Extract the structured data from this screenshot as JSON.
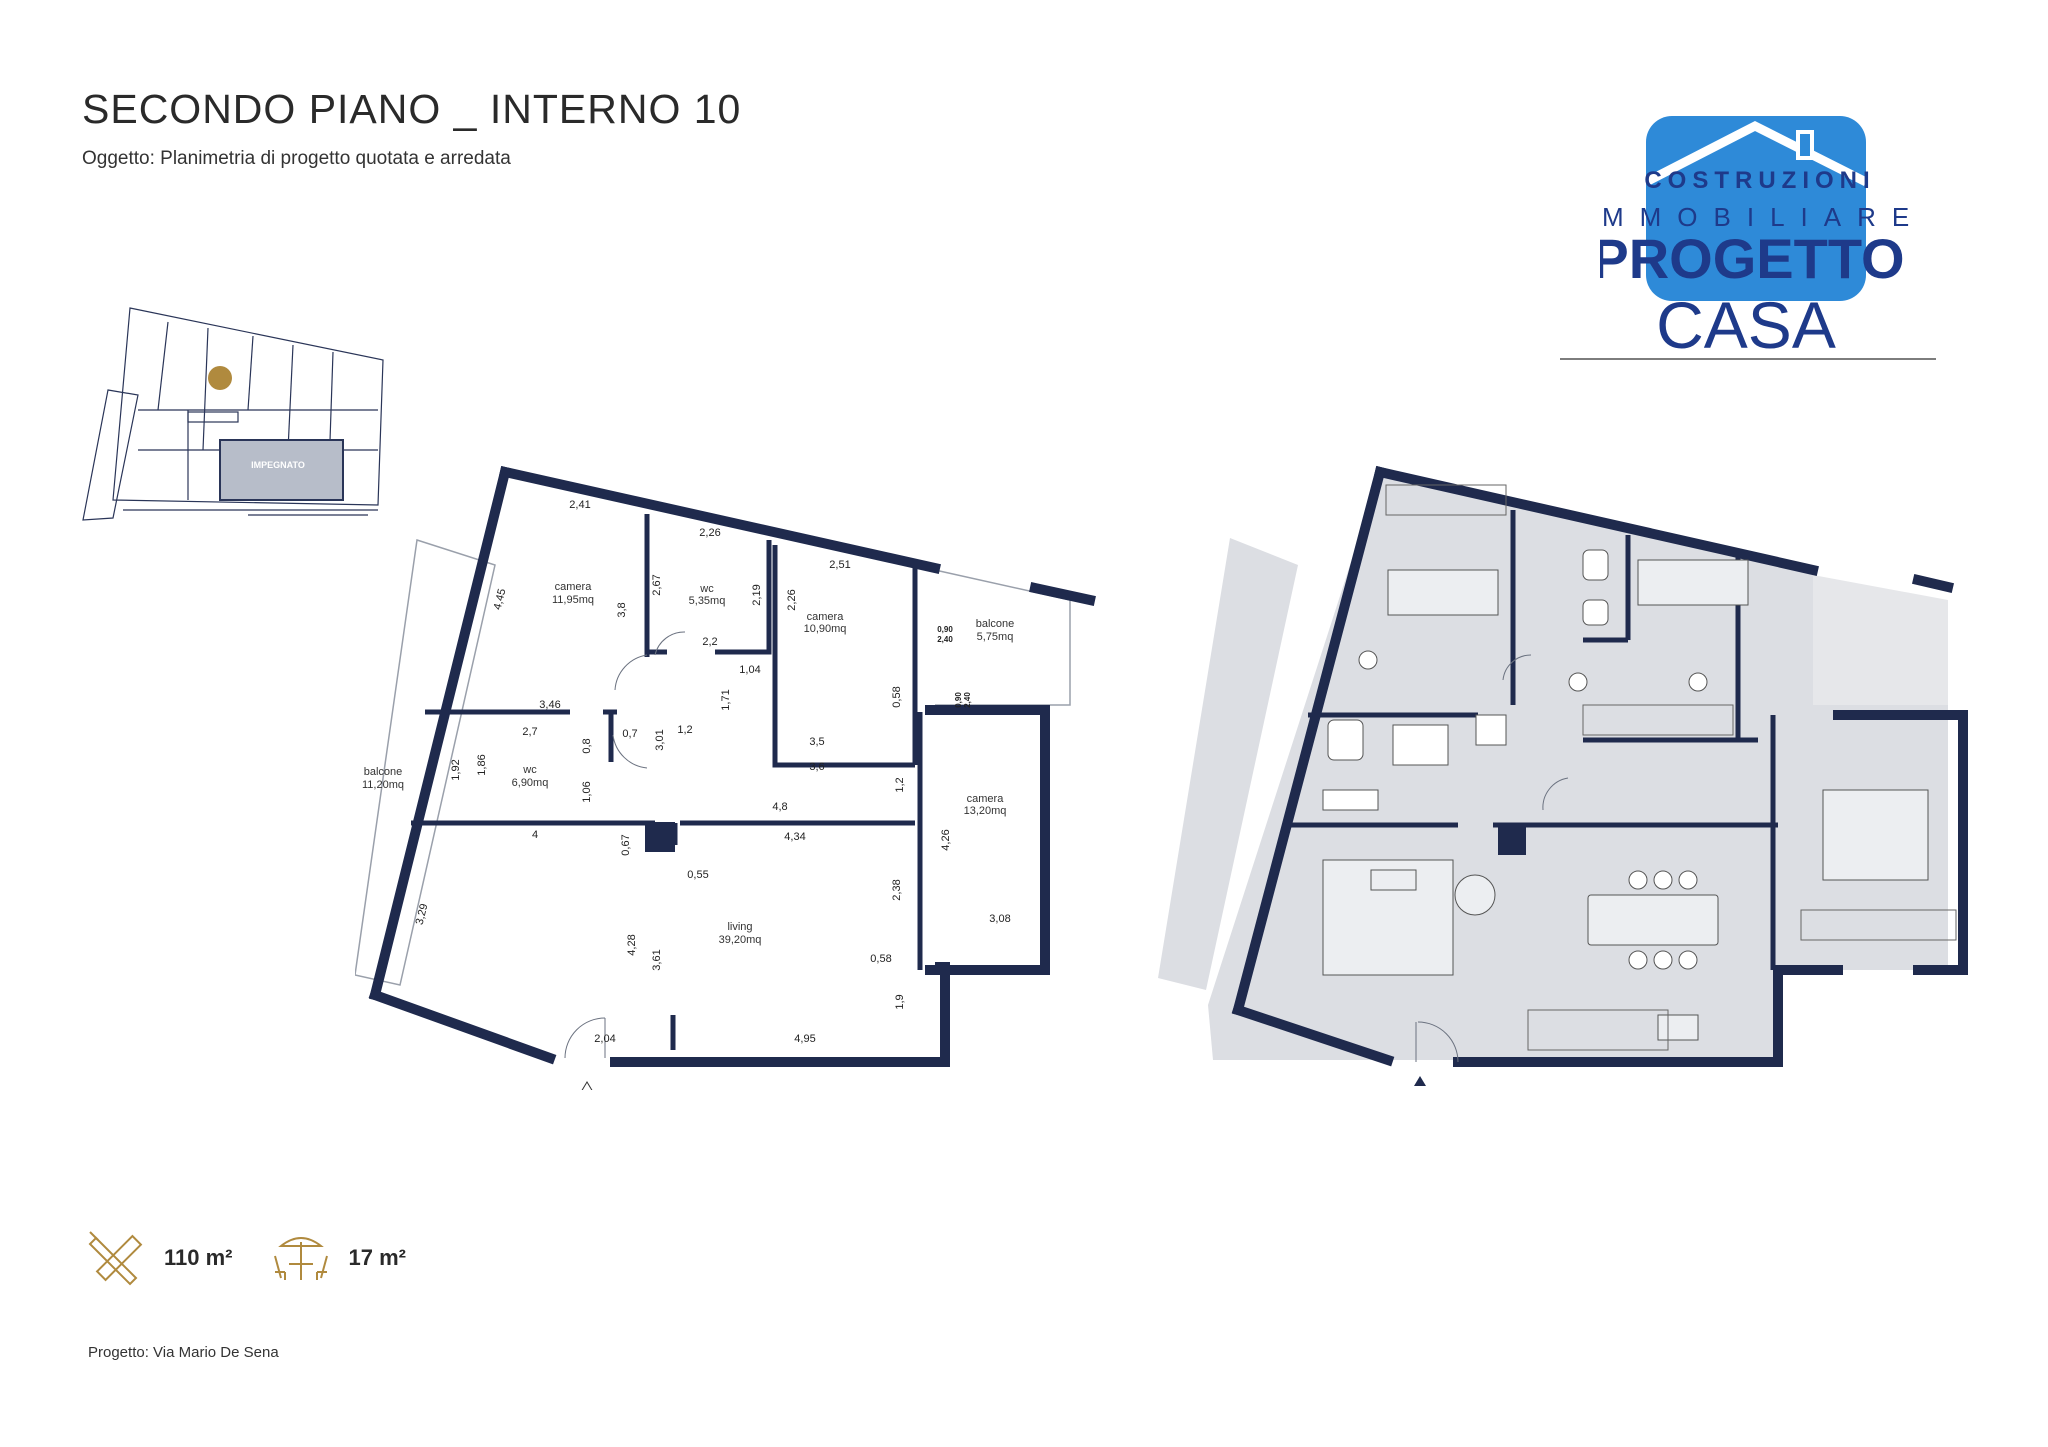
{
  "header": {
    "title": "SECONDO PIANO _ INTERNO 10",
    "subtitle": "Oggetto: Planimetria di progetto quotata e arredata"
  },
  "logo": {
    "line1": "COSTRUZIONI",
    "line2": "IMMOBILIARE",
    "line3": "PROGETTO",
    "line4": "CASA",
    "colors": {
      "blue": "#2e8ad8",
      "navy": "#1e3a8a"
    }
  },
  "keyplan": {
    "label": "IMPEGNATO"
  },
  "rooms": [
    {
      "name": "camera",
      "area": "11,95mq"
    },
    {
      "name": "wc",
      "area": "5,35mq"
    },
    {
      "name": "camera",
      "area": "10,90mq"
    },
    {
      "name": "balcone",
      "area": "5,75mq"
    },
    {
      "name": "wc",
      "area": "6,90mq"
    },
    {
      "name": "camera",
      "area": "13,20mq"
    },
    {
      "name": "balcone",
      "area": "11,20mq"
    },
    {
      "name": "living",
      "area": "39,20mq"
    }
  ],
  "dimensions": [
    "2,41",
    "2,26",
    "2,51",
    "4,45",
    "3,8",
    "2,67",
    "2,19",
    "2,26",
    "2,2",
    "1,04",
    "1,71",
    "3,46",
    "0,7",
    "1,2",
    "3,5",
    "3,6",
    "0,58",
    "2,7",
    "0,8",
    "1,92",
    "1,86",
    "1,06",
    "3,01",
    "4,8",
    "1,2",
    "4",
    "0,67",
    "4,34",
    "4,26",
    "0,55",
    "2,38",
    "3,08",
    "3,29",
    "4,28",
    "3,61",
    "0,58",
    "1,9",
    "2,04",
    "4,95",
    "0,90",
    "2,40",
    "0,90",
    "2,40"
  ],
  "stats": [
    {
      "icon": "ruler-pencil-icon",
      "value": "110 m²"
    },
    {
      "icon": "terrace-table-icon",
      "value": "17 m²"
    }
  ],
  "footer": {
    "project": "Progetto: Via Mario De Sena"
  }
}
